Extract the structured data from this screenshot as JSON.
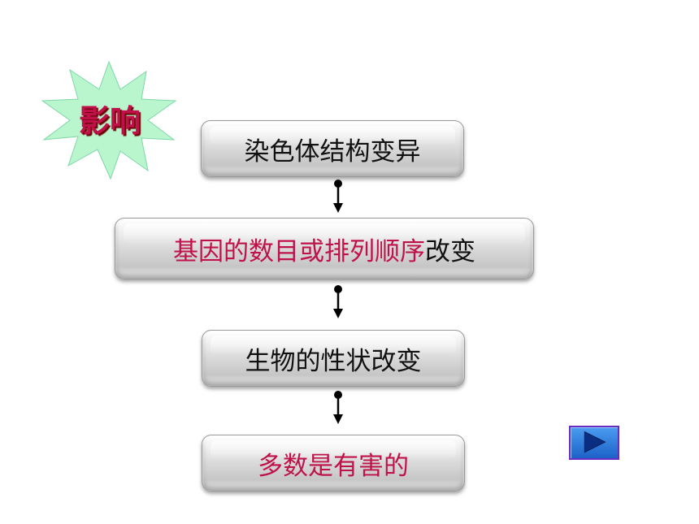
{
  "badge": {
    "label": "影响"
  },
  "flow": {
    "step1": "染色体结构变异",
    "step2_red": "基因的数目或排列顺序",
    "step2_black": "改变",
    "step3": "生物的性状改变",
    "step4": "多数是有害的"
  },
  "colors": {
    "emphasis": "#c0124a",
    "burst_fill": "#b9f5cd",
    "nav_button": "#2f7fe0"
  },
  "icons": {
    "arrow": "down-arrow-icon",
    "next": "play-triangle-icon"
  }
}
